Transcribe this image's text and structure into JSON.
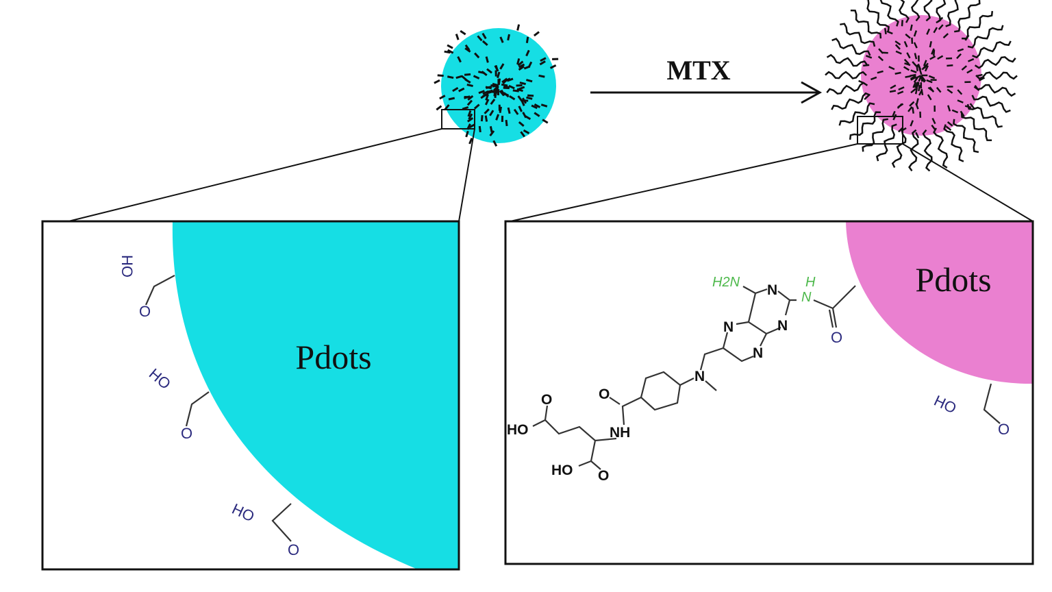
{
  "arrow_label": "MTX",
  "left_panel": {
    "label": "Pdots",
    "groups": [
      {
        "hydroxyl": "HO",
        "oxygen": "O"
      },
      {
        "hydroxyl": "HO",
        "oxygen": "O"
      },
      {
        "hydroxyl": "HO",
        "oxygen": "O"
      }
    ]
  },
  "right_panel": {
    "label": "Pdots",
    "surface_group": {
      "hydroxyl": "HO",
      "oxygen": "O"
    },
    "mtx_atoms": {
      "amine": "H2N",
      "n3": "N",
      "n1": "N",
      "n5": "N",
      "n8": "N",
      "n10": "N",
      "amide_h": "H",
      "amide_n": "N",
      "linker_o": "O",
      "benzoyl_o": "O",
      "nh": "NH",
      "side_ho": "HO",
      "side_o": "O",
      "alpha_ho": "HO",
      "alpha_o": "O"
    }
  },
  "colors": {
    "cyan": "#16dee4",
    "pink": "#ea80d0",
    "chem_blue": "#2b2a7e",
    "amine_green": "#4cb84a"
  }
}
